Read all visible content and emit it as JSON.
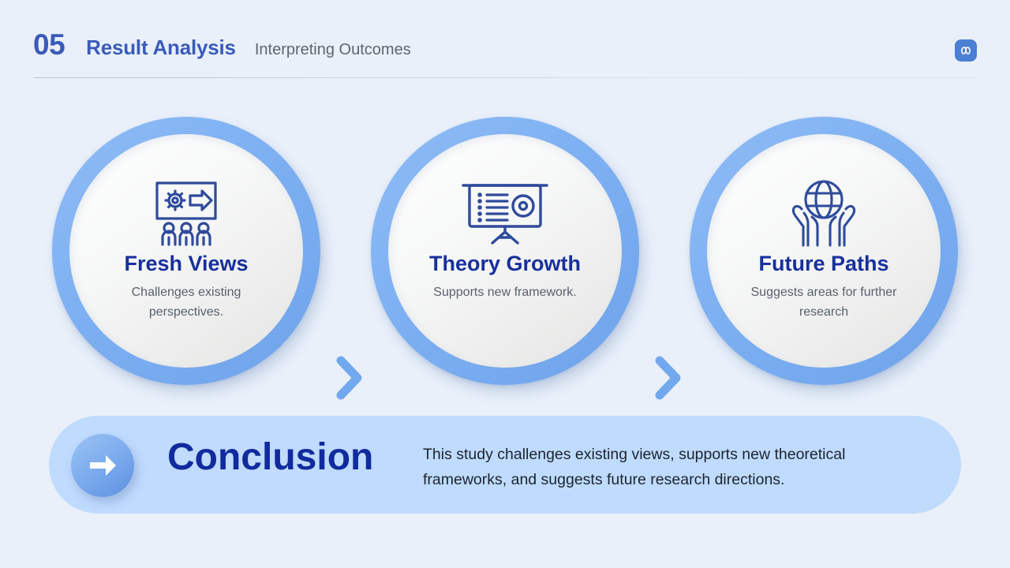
{
  "header": {
    "section_number": "05",
    "title": "Result Analysis",
    "subtitle": "Interpreting Outcomes",
    "logo_icon": "loop-logo-icon",
    "accent_color": "#3a5bb8"
  },
  "cards": [
    {
      "icon": "screen-gear-arrow-people-icon",
      "title": "Fresh Views",
      "description": "Challenges existing perspectives."
    },
    {
      "icon": "presentation-board-icon",
      "title": "Theory Growth",
      "description": "Supports new framework."
    },
    {
      "icon": "hands-holding-globe-icon",
      "title": "Future Paths",
      "description": "Suggests areas for further research"
    }
  ],
  "connectors": [
    {
      "icon": "chevron-right-icon"
    },
    {
      "icon": "chevron-right-icon"
    }
  ],
  "conclusion": {
    "arrow_icon": "arrow-right-icon",
    "title": "Conclusion",
    "text": "This study challenges existing views, supports new theoretical frameworks, and suggests future research directions.",
    "background_color": "#bfdbfd",
    "title_color": "#112a9e"
  },
  "theme": {
    "background": "#e9f0fa",
    "ring_blue": "#7db0f2",
    "title_blue": "#17309c",
    "icon_blue": "#2f4b9b",
    "muted_text": "#59616e"
  }
}
